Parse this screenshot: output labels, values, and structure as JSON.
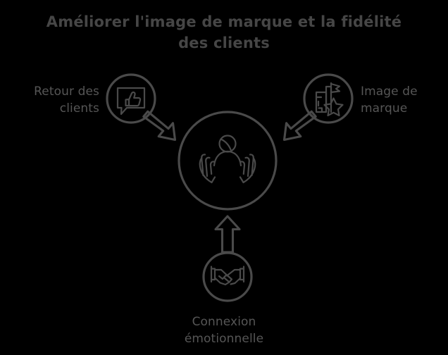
{
  "diagram": {
    "title": "Améliorer l'image de marque et la fidélité des clients",
    "title_line1": "Améliorer l'image de marque et la fidélité",
    "title_line2": "des clients",
    "colors": {
      "background": "#000000",
      "title_text": "#464646",
      "label_text": "#565656",
      "stroke": "#4a4a4a"
    },
    "center": {
      "icon_name": "hands-holding-person-icon",
      "label": ""
    },
    "nodes": [
      {
        "id": "feedback",
        "label": "Retour des clients",
        "label_line1": "Retour des",
        "label_line2": "clients",
        "icon_name": "speech-bubble-thumbs-up-icon",
        "position": "left",
        "arrow_direction": "down-right"
      },
      {
        "id": "brand-image",
        "label": "Image de marque",
        "label_line1": "Image de",
        "label_line2": "marque",
        "icon_name": "buildings-flag-star-icon",
        "position": "right",
        "arrow_direction": "down-left"
      },
      {
        "id": "emotional-connection",
        "label": "Connexion émotionnelle",
        "label_line1": "Connexion",
        "label_line2": "émotionnelle",
        "icon_name": "handshake-icon",
        "position": "bottom",
        "arrow_direction": "up"
      }
    ]
  }
}
